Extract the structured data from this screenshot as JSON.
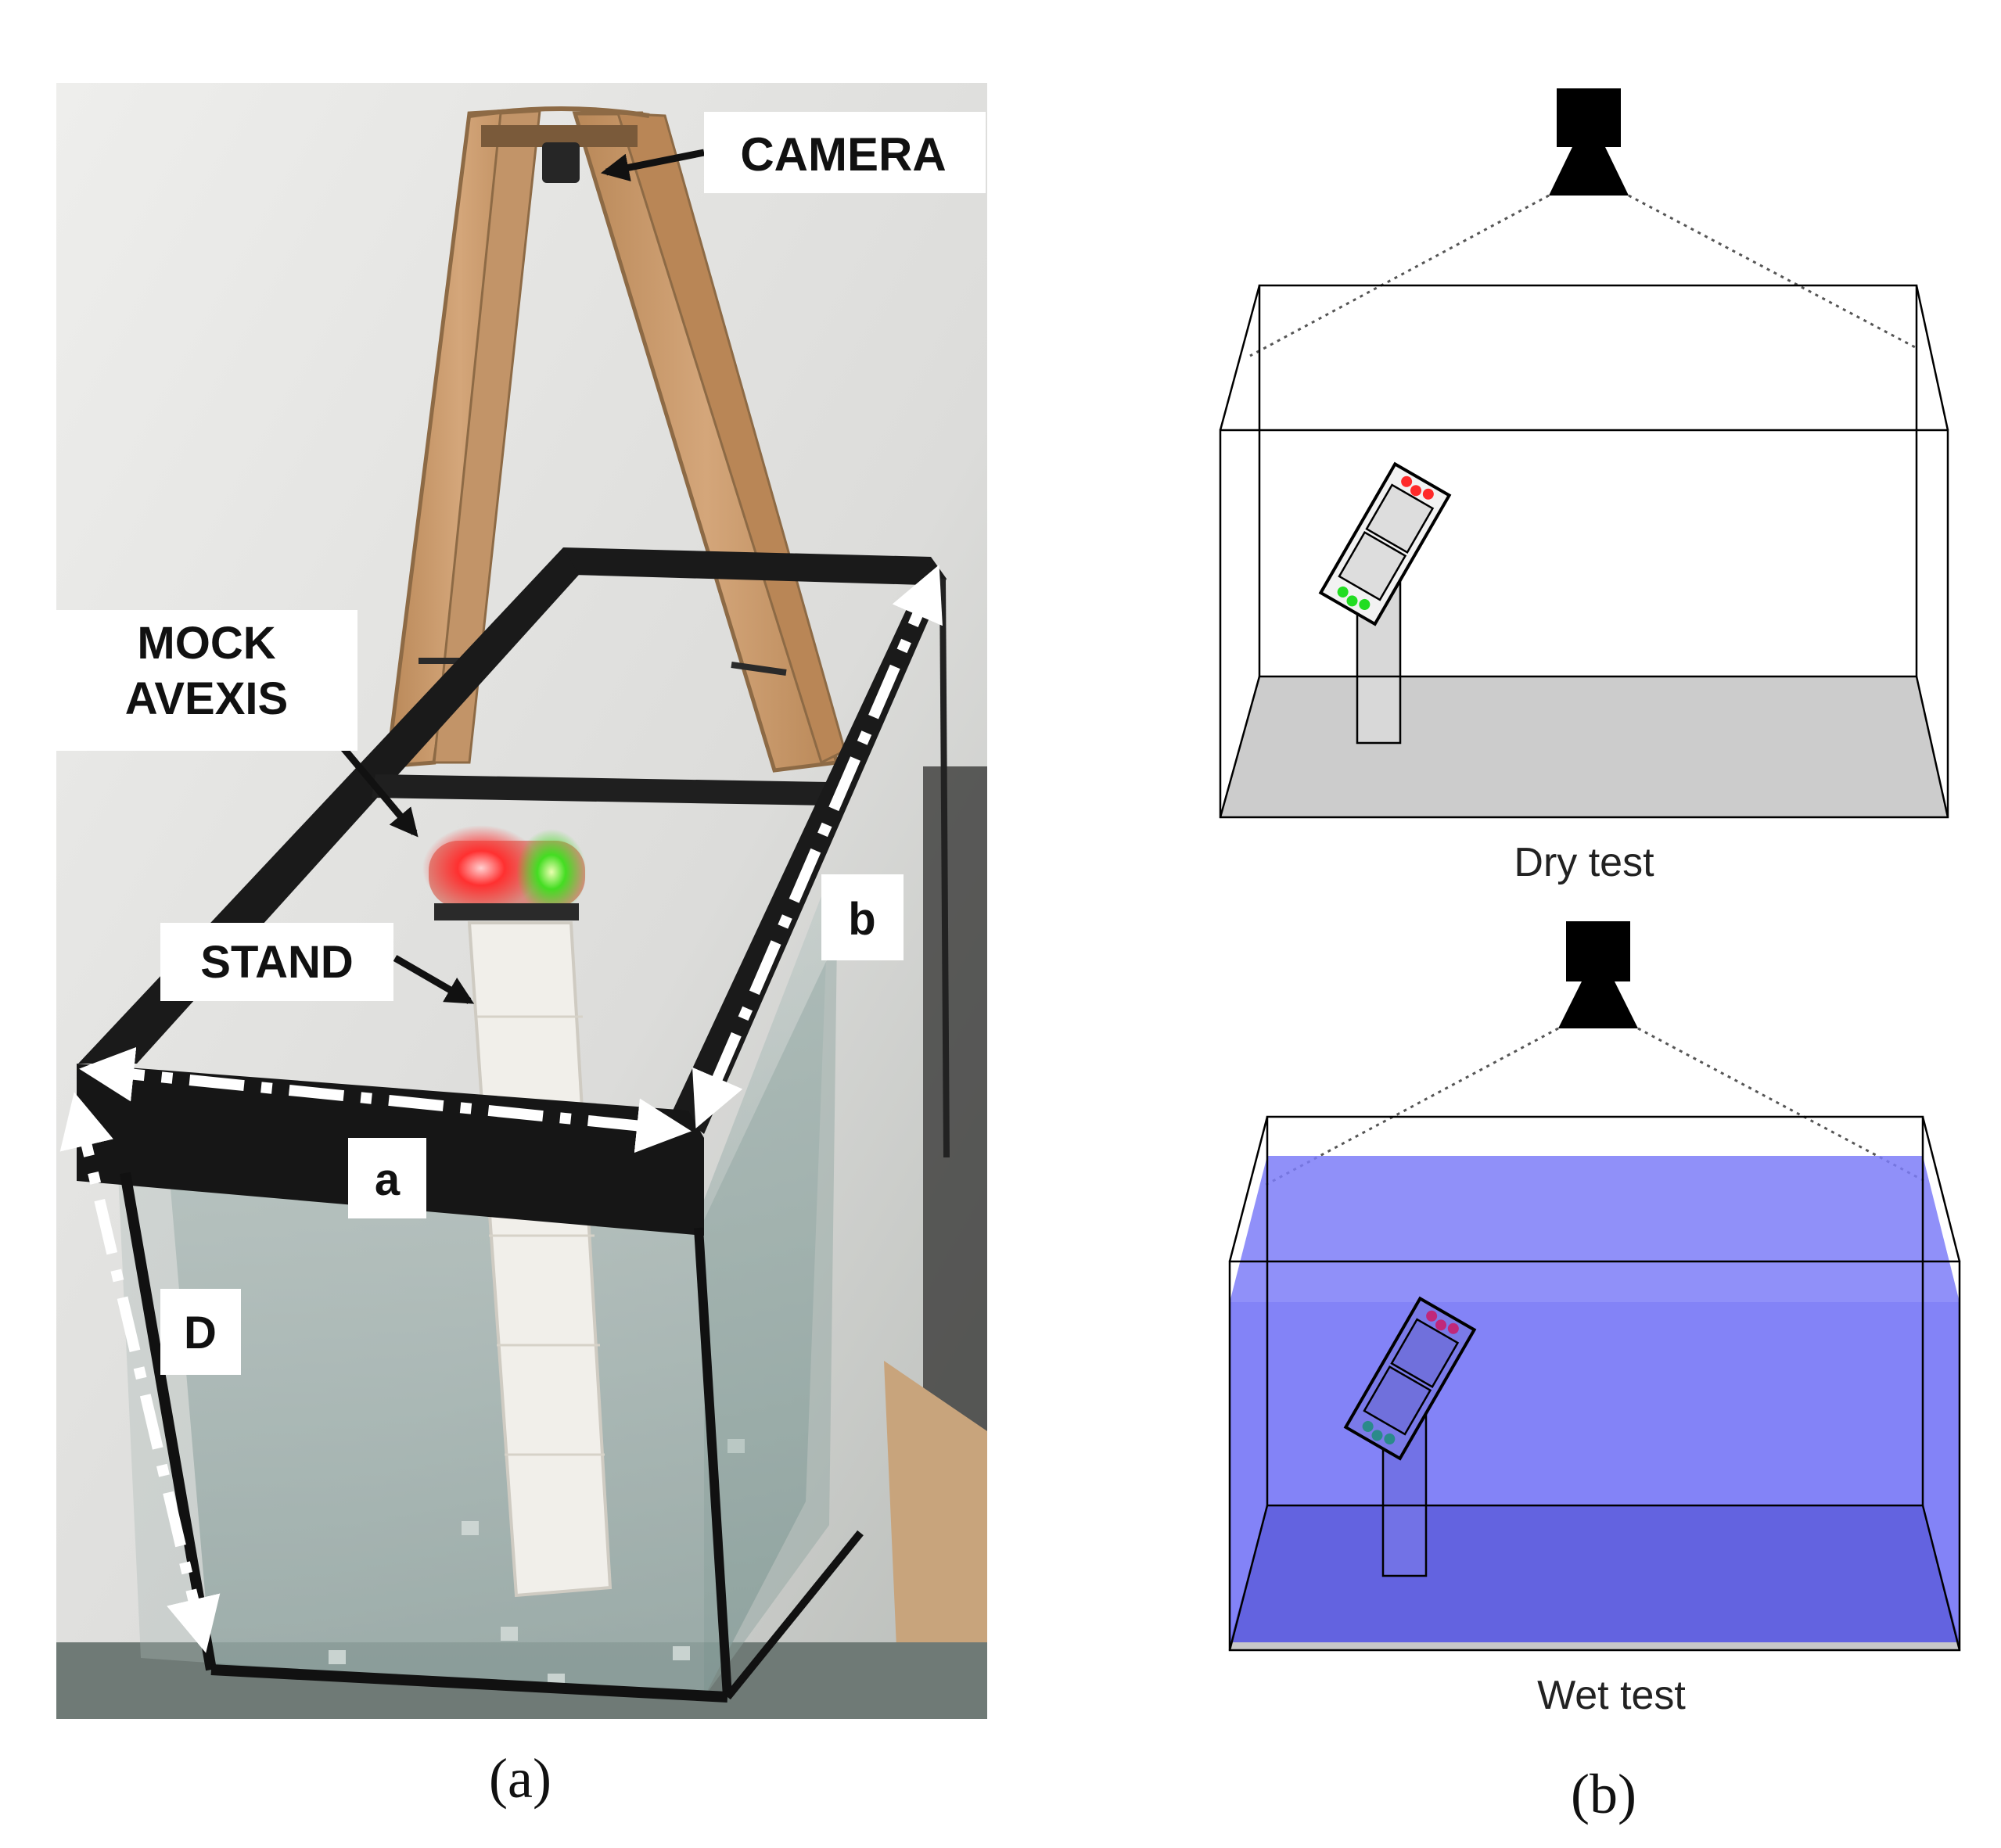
{
  "panel_a": {
    "labels": {
      "camera": "CAMERA",
      "mock_line1": "MOCK",
      "mock_line2": "AVEXIS",
      "stand": "STAND",
      "dim_a": "a",
      "dim_b": "b",
      "dim_d": "D"
    },
    "caption": "(a)"
  },
  "panel_b": {
    "dry_caption": "Dry test",
    "wet_caption": "Wet test",
    "caption": "(b)"
  },
  "colors": {
    "water": "#6f6ff8",
    "floor": "#cfcfcf",
    "wood": "#c99a6e",
    "frame": "#1a1a1a",
    "led_red": "#ff2a2a",
    "led_green": "#22dd22"
  }
}
